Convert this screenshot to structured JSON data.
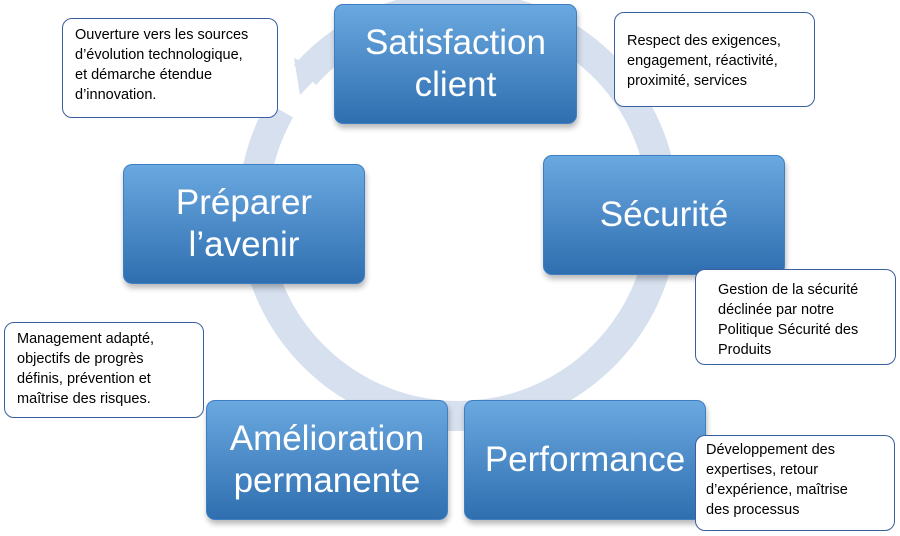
{
  "colors": {
    "node_top": "#6aa8e0",
    "node_bottom": "#2f6fb0",
    "node_border": "#3d7fc2",
    "cycle_arrow": "#d6e0ee",
    "note_border": "#3a5fa0"
  },
  "nodes": {
    "satisfaction": "Satisfaction\nclient",
    "securite": "Sécurité",
    "performance": "Performance",
    "amelioration": "Amélioration\npermanente",
    "preparer": "Préparer\nl’avenir"
  },
  "notes": {
    "innovation": "Ouverture vers les sources\nd’évolution technologique,\net démarche étendue\nd’innovation.",
    "exigences": "Respect des exigences,\nengagement, réactivité,\nproximité, services",
    "securite_politique": "Gestion de la sécurité\ndéclinée par notre\nPolitique Sécurité des\nProduits",
    "management": "Management adapté,\nobjectifs de progrès\ndéfinis, prévention et\nmaîtrise des risques.",
    "developpement": "Développement des\nexpertises, retour\nd’expérience, maîtrise\ndes processus"
  }
}
